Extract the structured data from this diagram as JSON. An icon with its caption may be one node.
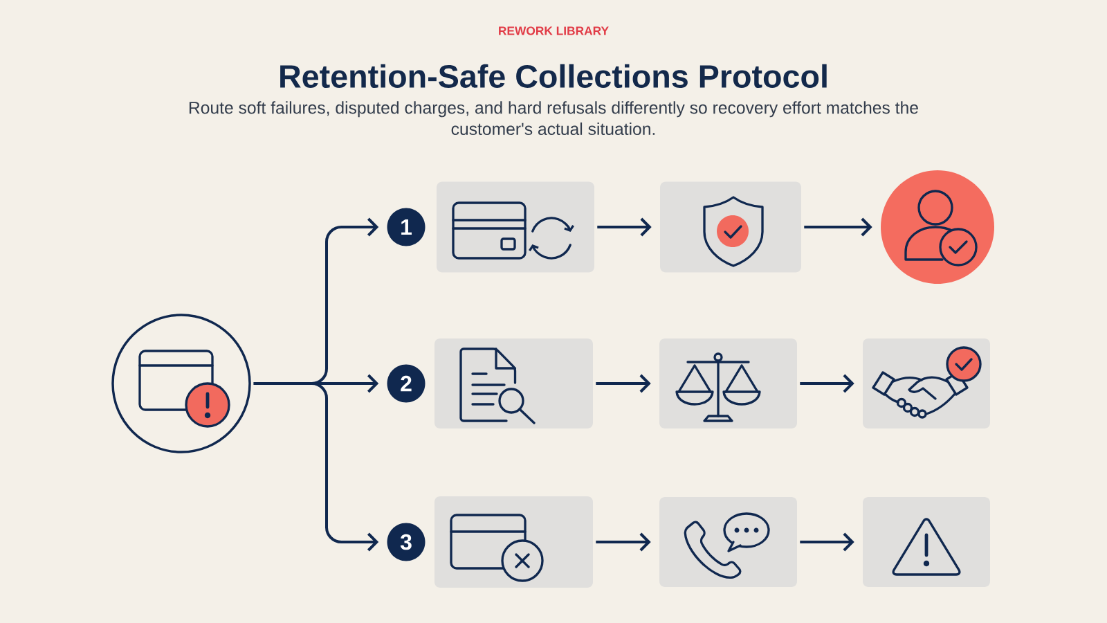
{
  "diagram": {
    "title": "Retention-Safe Collections Protocol",
    "nodes": [
      {
        "text": [],
        "shape": "circle"
      },
      {
        "text": [
          "1"
        ]
      },
      {
        "text": [],
        "shape": "box"
      },
      {
        "text": [],
        "shape": "box"
      },
      {
        "text": [],
        "shape": "circle"
      },
      {
        "text": [
          "2"
        ]
      },
      {
        "text": [],
        "shape": "box"
      },
      {
        "text": [],
        "shape": "box"
      },
      {
        "text": [],
        "shape": "box"
      },
      {
        "text": [
          "3"
        ]
      },
      {
        "text": [],
        "shape": "box"
      },
      {
        "text": [],
        "shape": "box"
      },
      {
        "text": [],
        "shape": "box"
      }
    ],
    "edges": [
      {
        "from": 0,
        "to": 1,
        "arrow": "to"
      },
      {
        "from": 0,
        "to": 5,
        "arrow": "to"
      },
      {
        "from": 0,
        "to": 9,
        "arrow": "to"
      },
      {
        "from": 2,
        "to": 3,
        "arrow": "to"
      },
      {
        "from": 3,
        "to": 4,
        "arrow": "to"
      },
      {
        "from": 6,
        "to": 7,
        "arrow": "to"
      },
      {
        "from": 7,
        "to": 8,
        "arrow": "to"
      },
      {
        "from": 10,
        "to": 11,
        "arrow": "to"
      },
      {
        "from": 11,
        "to": 12,
        "arrow": "to"
      }
    ],
    "labels": [
      "REWORK LIBRARY",
      "Route soft failures, disputed charges, and hard refusals differently so recovery effort matches the customer's actual situation."
    ]
  }
}
